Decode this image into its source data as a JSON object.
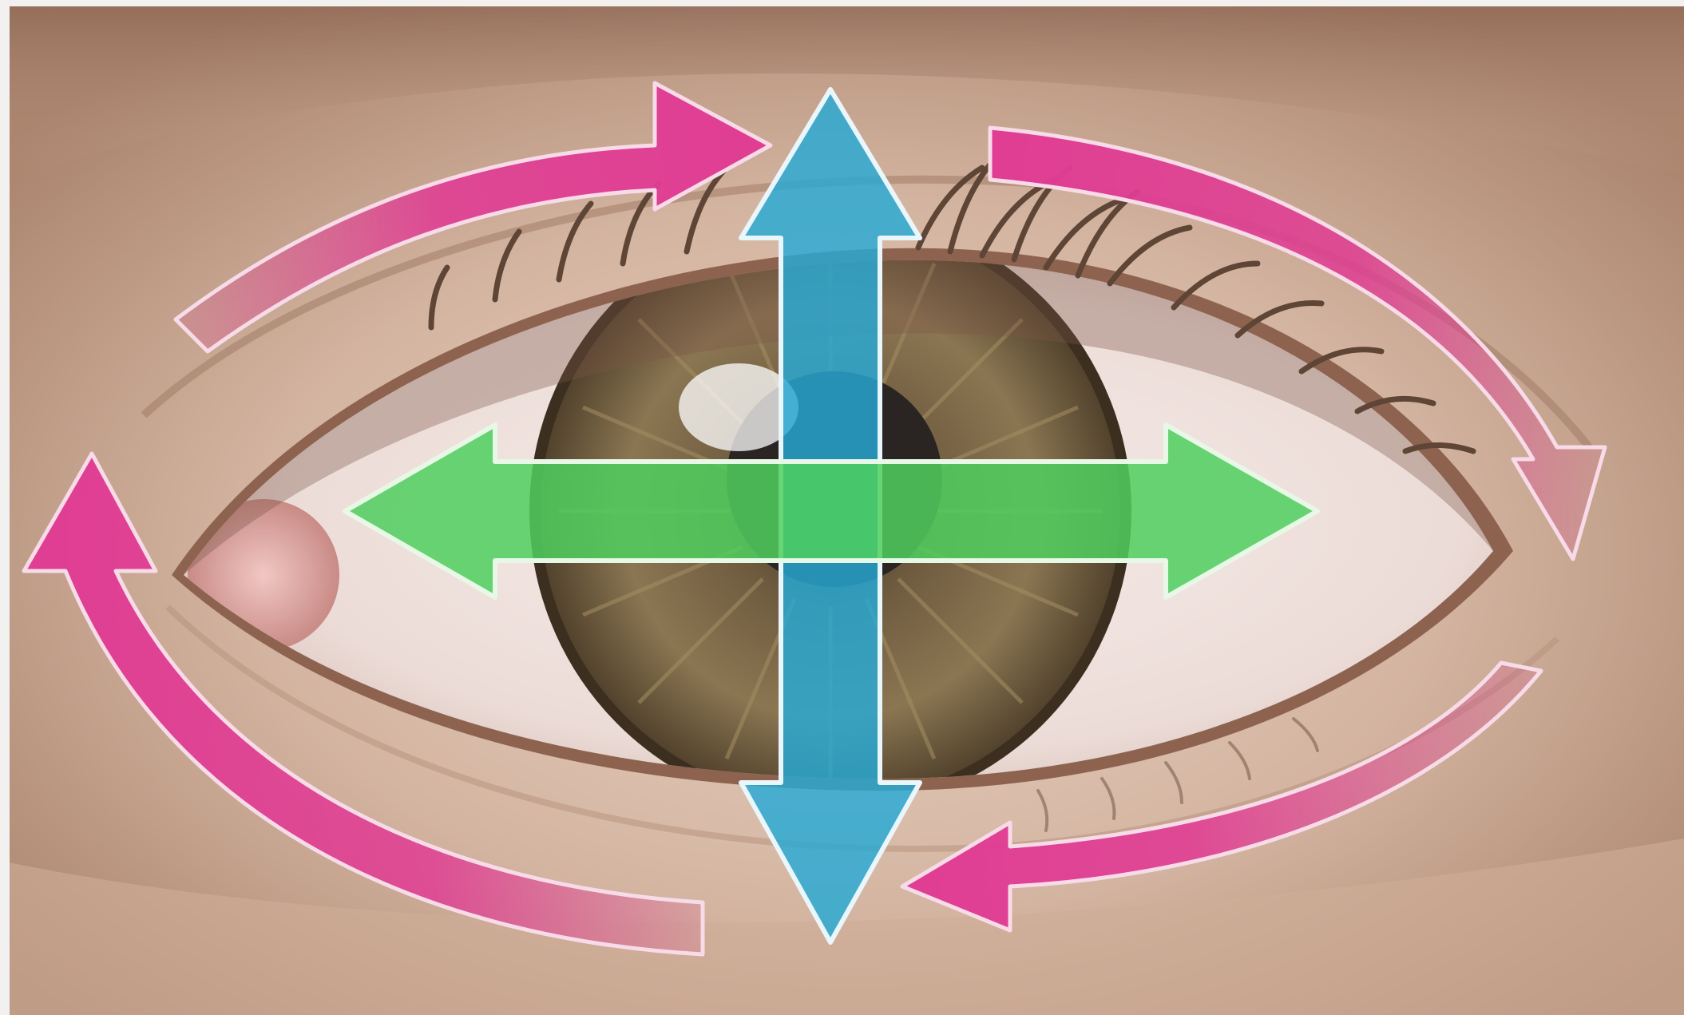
{
  "image": {
    "subject": "eye-exercise-illustration",
    "colors": {
      "skin": "#c9a78f",
      "skin_light": "#e3c9b6",
      "skin_shadow": "#8a6552",
      "sclera": "#f1e4e0",
      "iris": "#7d6a48",
      "iris_dark": "#4c3d28",
      "pupil": "#2a2523",
      "lash": "#5e4536",
      "pink_arrow": "#e03d93",
      "blue_arrow": "#27a9d6",
      "green_arrow": "#4fcf5e",
      "arrow_outline": "#f7e9ef",
      "border": "#f2f1f0"
    },
    "arrows": [
      {
        "name": "up-down-arrow",
        "color": "blue"
      },
      {
        "name": "left-right-arrow",
        "color": "green"
      },
      {
        "name": "curved-arrow-top-left",
        "color": "pink"
      },
      {
        "name": "curved-arrow-top-right",
        "color": "pink"
      },
      {
        "name": "curved-arrow-bottom-right",
        "color": "pink"
      },
      {
        "name": "curved-arrow-bottom-left",
        "color": "pink"
      }
    ]
  }
}
